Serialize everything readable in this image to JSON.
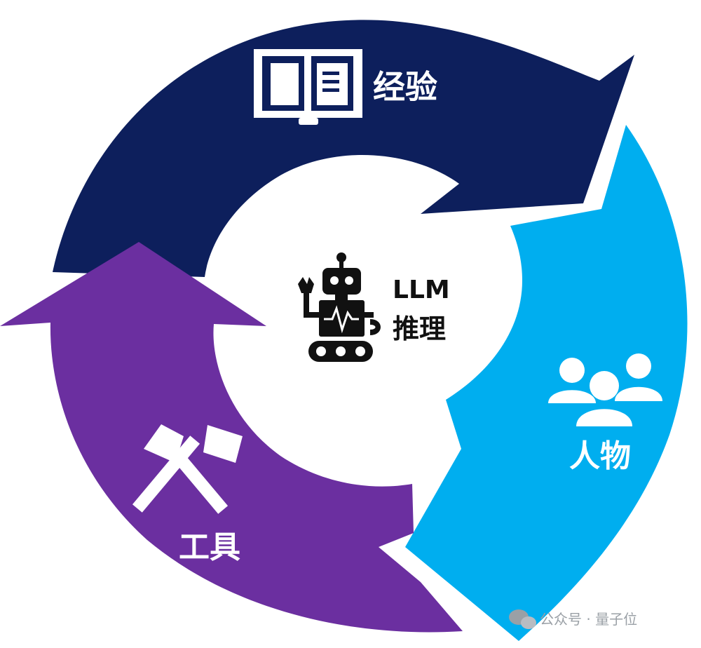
{
  "segments": {
    "experience": {
      "label": "经验",
      "icon": "book-icon",
      "color": "#0d1f5c"
    },
    "people": {
      "label": "人物",
      "icon": "people-group-icon",
      "color": "#00aeef"
    },
    "tools": {
      "label": "工具",
      "icon": "hammer-tools-icon",
      "color": "#6b2fa0"
    }
  },
  "center": {
    "line1": "LLM",
    "line2": "推理",
    "icon": "robot-icon",
    "color": "#111111"
  },
  "watermark": {
    "text": "公众号 · 量子位",
    "icon": "wechat-icon"
  }
}
